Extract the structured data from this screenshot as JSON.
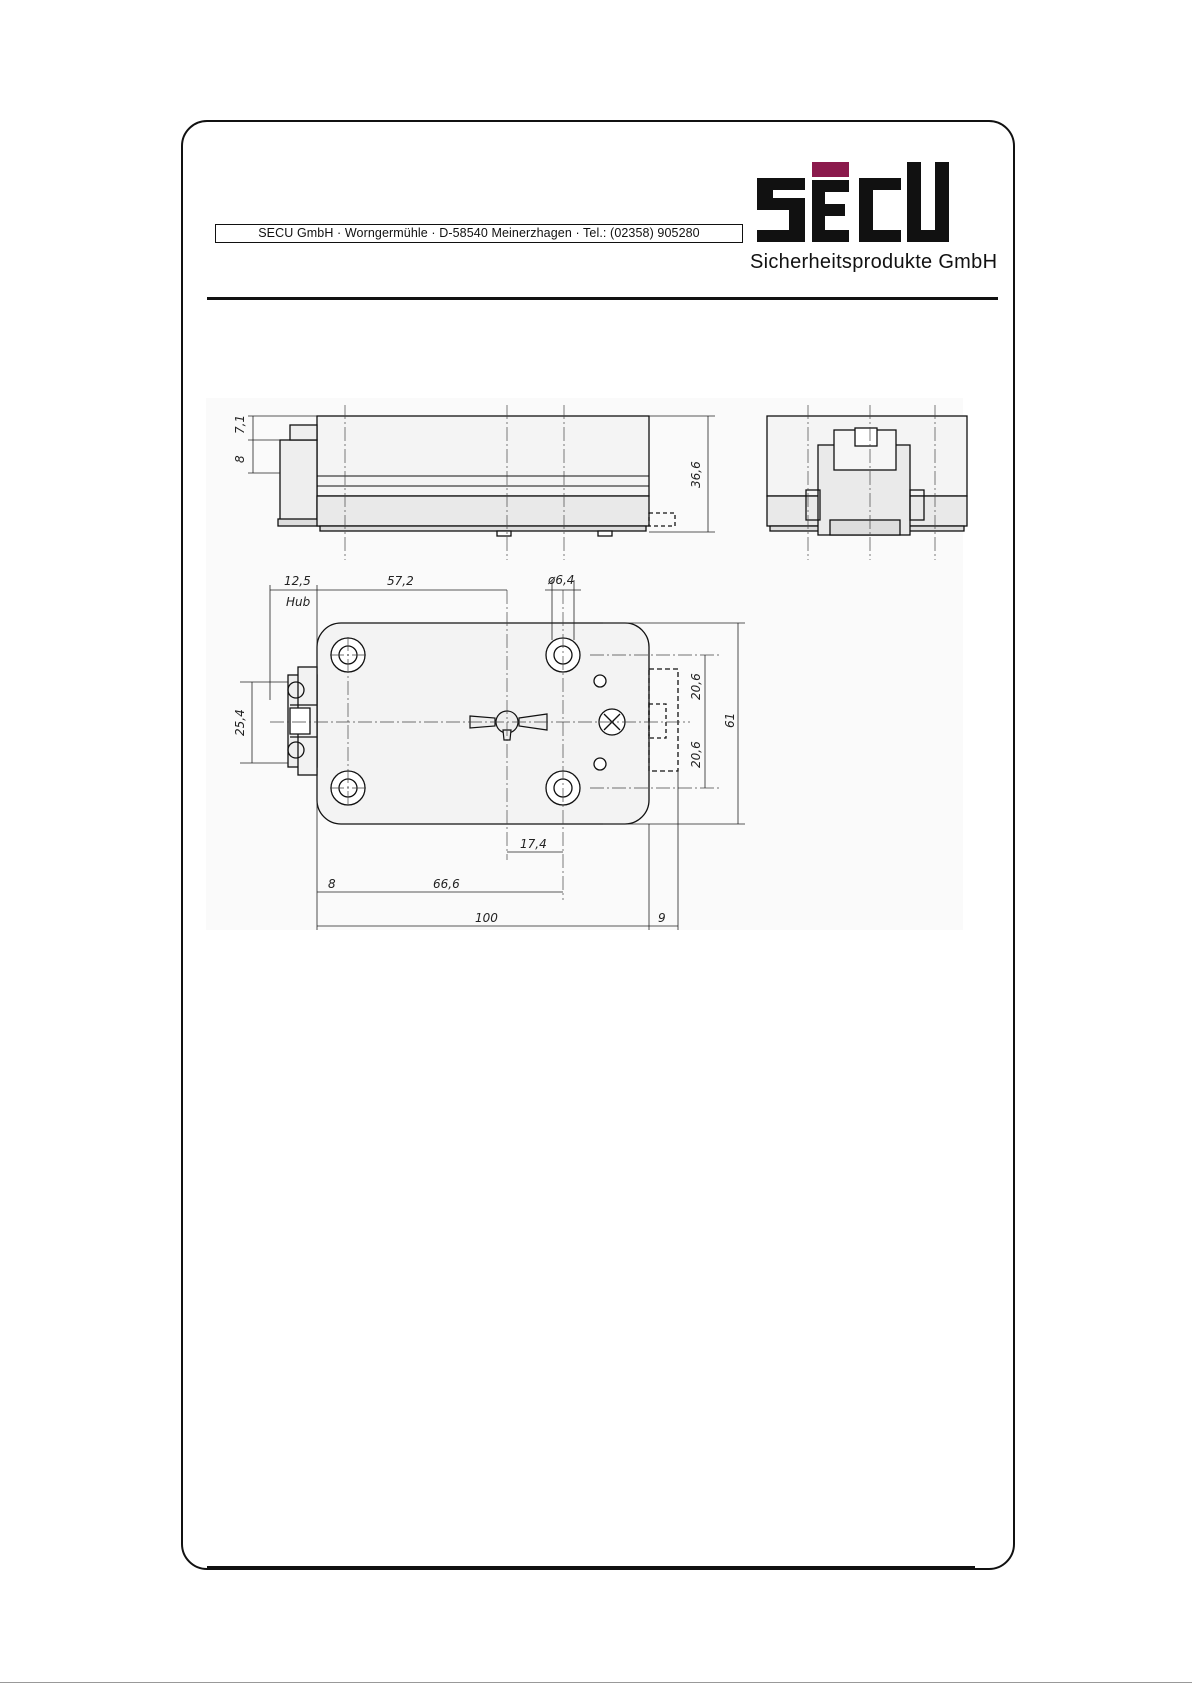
{
  "header": {
    "address": "SECU GmbH · Worngermühle · D-58540 Meinerzhagen · Tel.: (02358) 905280",
    "brand_logo_text": "SECU",
    "brand_subtitle": "Sicherheitsprodukte GmbH",
    "brand_accent_color": "#8b1a4c"
  },
  "drawing": {
    "dimensions": {
      "d_7_1": "7,1",
      "d_8_side": "8",
      "d_36_6": "36,6",
      "d_12_5": "12,5",
      "hub": "Hub",
      "d_57_2": "57,2",
      "d_6_4": "ø6,4",
      "d_25_4": "25,4",
      "d_20_6_top": "20,6",
      "d_20_6_bottom": "20,6",
      "d_61": "61",
      "d_17_4": "17,4",
      "d_8_bottom": "8",
      "d_66_6": "66,6",
      "d_100": "100",
      "d_9": "9"
    }
  }
}
